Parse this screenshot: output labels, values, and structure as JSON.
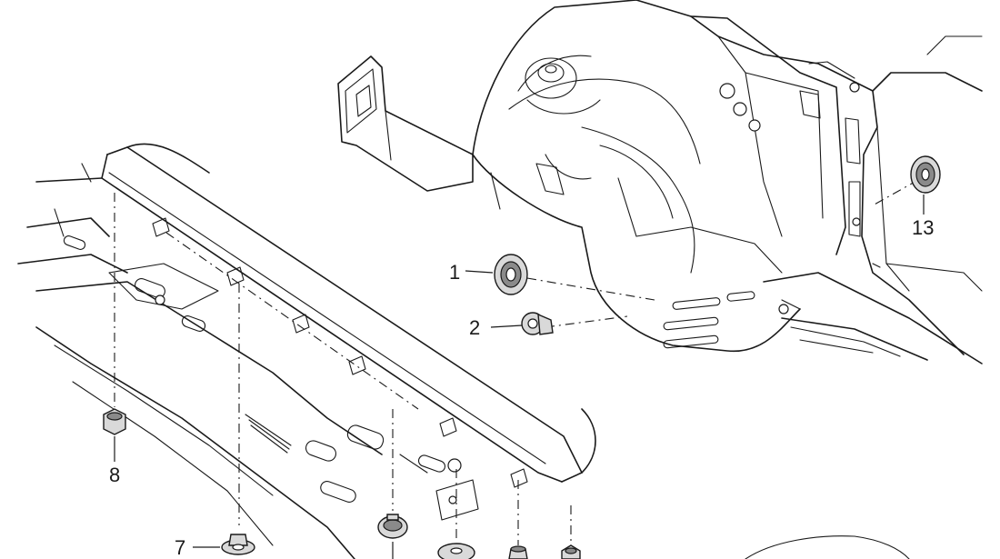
{
  "callouts": {
    "c1": "1",
    "c2": "2",
    "c7": "7",
    "c8": "8",
    "c13": "13"
  },
  "parts": {
    "grommet_large": "grommet-icon",
    "expansion_clip": "clip-icon",
    "nut": "nut-icon",
    "retainer": "retainer-icon",
    "plug": "plug-icon"
  },
  "colors": {
    "ink": "#1a1a1a",
    "part_fill": "#d9d9d9",
    "background": "#ffffff"
  }
}
